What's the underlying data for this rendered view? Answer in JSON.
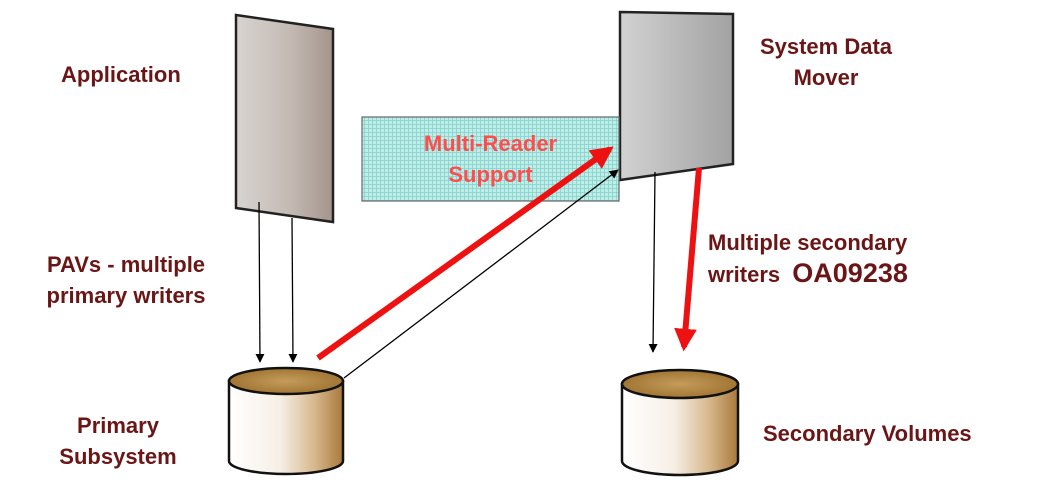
{
  "labels": {
    "application": "Application",
    "system_data_mover": [
      "System Data",
      "Mover"
    ],
    "multi_reader_support": [
      "Multi-Reader",
      "Support"
    ],
    "pavs": [
      "PAVs - multiple",
      "primary  writers"
    ],
    "multiple_secondary": [
      "Multiple secondary",
      "writers"
    ],
    "apar": "OA09238",
    "primary_subsystem": [
      "Primary",
      "Subsystem"
    ],
    "secondary_volumes": "Secondary Volumes"
  },
  "colors": {
    "label_text": "#6b1616",
    "highlight_text": "#ff4d4d",
    "red_arrow": "#ee1111",
    "cylinder_fill": "#a87e3a",
    "note_fill": "#b8ece8",
    "note_grid": "#7fcfc8"
  }
}
